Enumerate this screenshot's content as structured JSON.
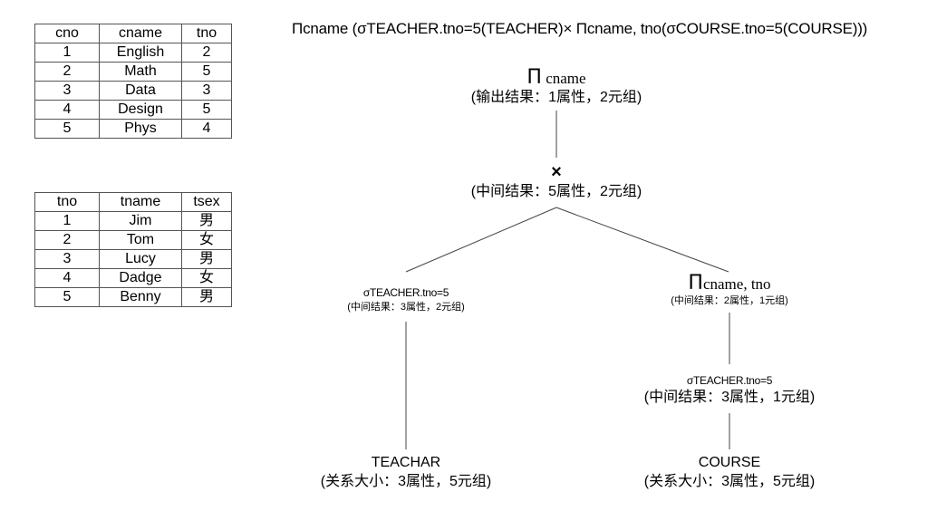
{
  "expression": "Πcname (σTEACHER.tno=5(TEACHER)× Πcname, tno(σCOURSE.tno=5(COURSE)))",
  "course_table": {
    "headers": [
      "cno",
      "cname",
      "tno"
    ],
    "rows": [
      [
        "1",
        "English",
        "2"
      ],
      [
        "2",
        "Math",
        "5"
      ],
      [
        "3",
        "Data",
        "3"
      ],
      [
        "4",
        "Design",
        "5"
      ],
      [
        "5",
        "Phys",
        "4"
      ]
    ]
  },
  "teacher_table": {
    "headers": [
      "tno",
      "tname",
      "tsex"
    ],
    "rows": [
      [
        "1",
        "Jim",
        "男"
      ],
      [
        "2",
        "Tom",
        "女"
      ],
      [
        "3",
        "Lucy",
        "男"
      ],
      [
        "4",
        "Dadge",
        "女"
      ],
      [
        "5",
        "Benny",
        "男"
      ]
    ]
  },
  "tree": {
    "root": {
      "symbol": "Π",
      "label": "cname",
      "info": "(输出结果：1属性，2元组)"
    },
    "product": {
      "symbol": "×",
      "info": "(中间结果：5属性，2元组)"
    },
    "left_select": {
      "label": "σTEACHER.tno=5",
      "info": "(中间结果：3属性，2元组)"
    },
    "right_project": {
      "symbol": "Π",
      "label": "cname, tno",
      "info": "(中间结果：2属性，1元组)"
    },
    "right_select": {
      "label": "σTEACHER.tno=5",
      "info": "(中间结果：3属性，1元组)"
    },
    "left_leaf": {
      "label": "TEACHAR",
      "info": "(关系大小：3属性，5元组)"
    },
    "right_leaf": {
      "label": "COURSE",
      "info": "(关系大小：3属性，5元组)"
    }
  }
}
